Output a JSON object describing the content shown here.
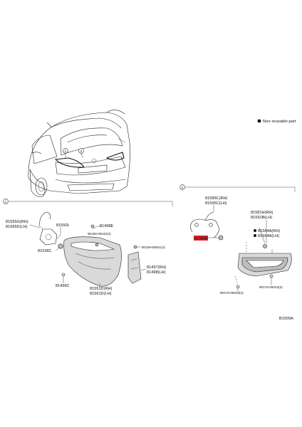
{
  "legend": {
    "bullet_text": "Non-reusable part"
  },
  "callouts": {
    "c1": "1",
    "c2": "2"
  },
  "group1": {
    "l_81555G": "81555G(RH)",
    "l_81565D": "81565D(LH)",
    "l_81550L": "81550L",
    "l_81536C": "81536C",
    "l_81496C": "81496C",
    "l_81498E": "81498E",
    "l_90189": "90189-06242(4)",
    "l_90159": "90159-60621(4)",
    "l_81497": "81497(RH)",
    "l_81498": "81498(LH)",
    "l_81551D": "81551D(RH)",
    "l_81561D": "81561D(LH)"
  },
  "group2": {
    "l_81585C": "81585C(RH)",
    "l_81595C": "81595C(LH)",
    "l_81584E": "81584E",
    "l_81581H": "81581H(RH)",
    "l_81591B": "81591B(LH)",
    "l_81584A": "81584A(RH)",
    "l_81594A": "81594A(LH)",
    "l_90176a": "90176-05023(4)",
    "l_90176b": "90176-05023(2)"
  },
  "diagram_code": "B1509A",
  "colors": {
    "highlight": "#e0242a",
    "line": "#222222"
  }
}
